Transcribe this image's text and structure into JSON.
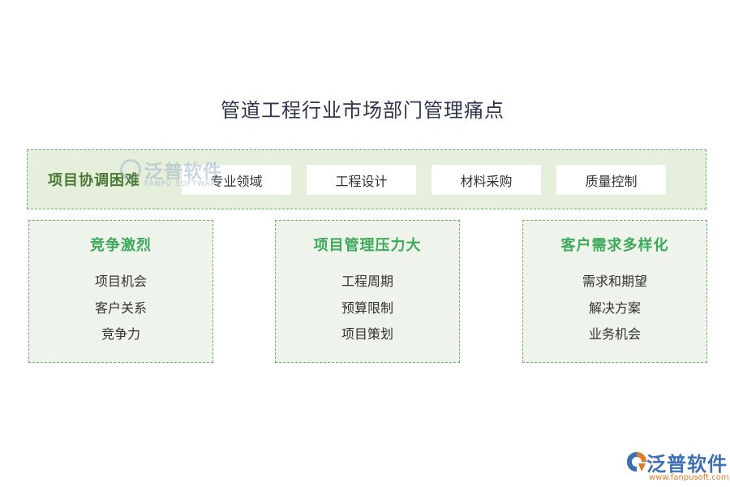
{
  "title": "管道工程行业市场部门管理痛点",
  "band": {
    "label": "项目协调困难",
    "chips": [
      "专业领域",
      "工程设计",
      "材料采购",
      "质量控制"
    ]
  },
  "panels": [
    {
      "title": "竞争激烈",
      "items": [
        "项目机会",
        "客户关系",
        "竞争力"
      ]
    },
    {
      "title": "项目管理压力大",
      "items": [
        "工程周期",
        "预算限制",
        "项目策划"
      ]
    },
    {
      "title": "客户需求多样化",
      "items": [
        "需求和期望",
        "解决方案",
        "业务机会"
      ]
    }
  ],
  "watermark": {
    "cn": "泛普软件",
    "en": "FANPU SOFTWARE"
  },
  "logo": {
    "cn": "泛普软件",
    "url": "www.fanpusoft.com",
    "colors": {
      "brand": "#3d6fb5",
      "url": "#e07a2b"
    }
  }
}
